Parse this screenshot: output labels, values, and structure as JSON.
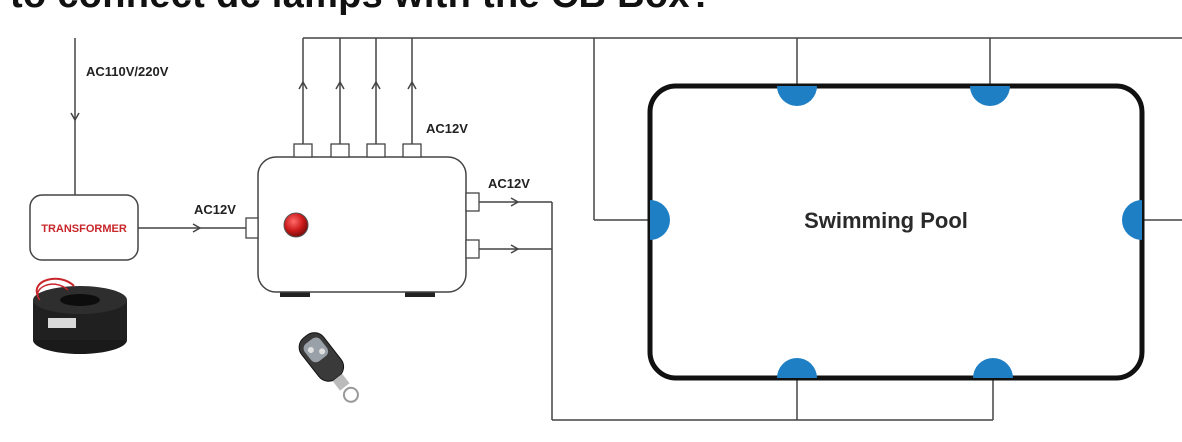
{
  "title": "to connect dc lamps with the CB Box?",
  "labels": {
    "mains": "AC110V/220V",
    "transformer": "TRANSFORMER",
    "to_box": "AC12V",
    "top_outputs": "AC12V",
    "right_outputs": "AC12V",
    "pool": "Swimming Pool"
  },
  "colors": {
    "lamp": "#1f7fc4",
    "transformer_text": "#c8262a",
    "line": "#444444",
    "pool_border": "#111111",
    "button": "#cc1a1a"
  },
  "icons": {
    "remote": "remote-control-icon",
    "transformer_device": "toroidal-transformer-icon"
  }
}
